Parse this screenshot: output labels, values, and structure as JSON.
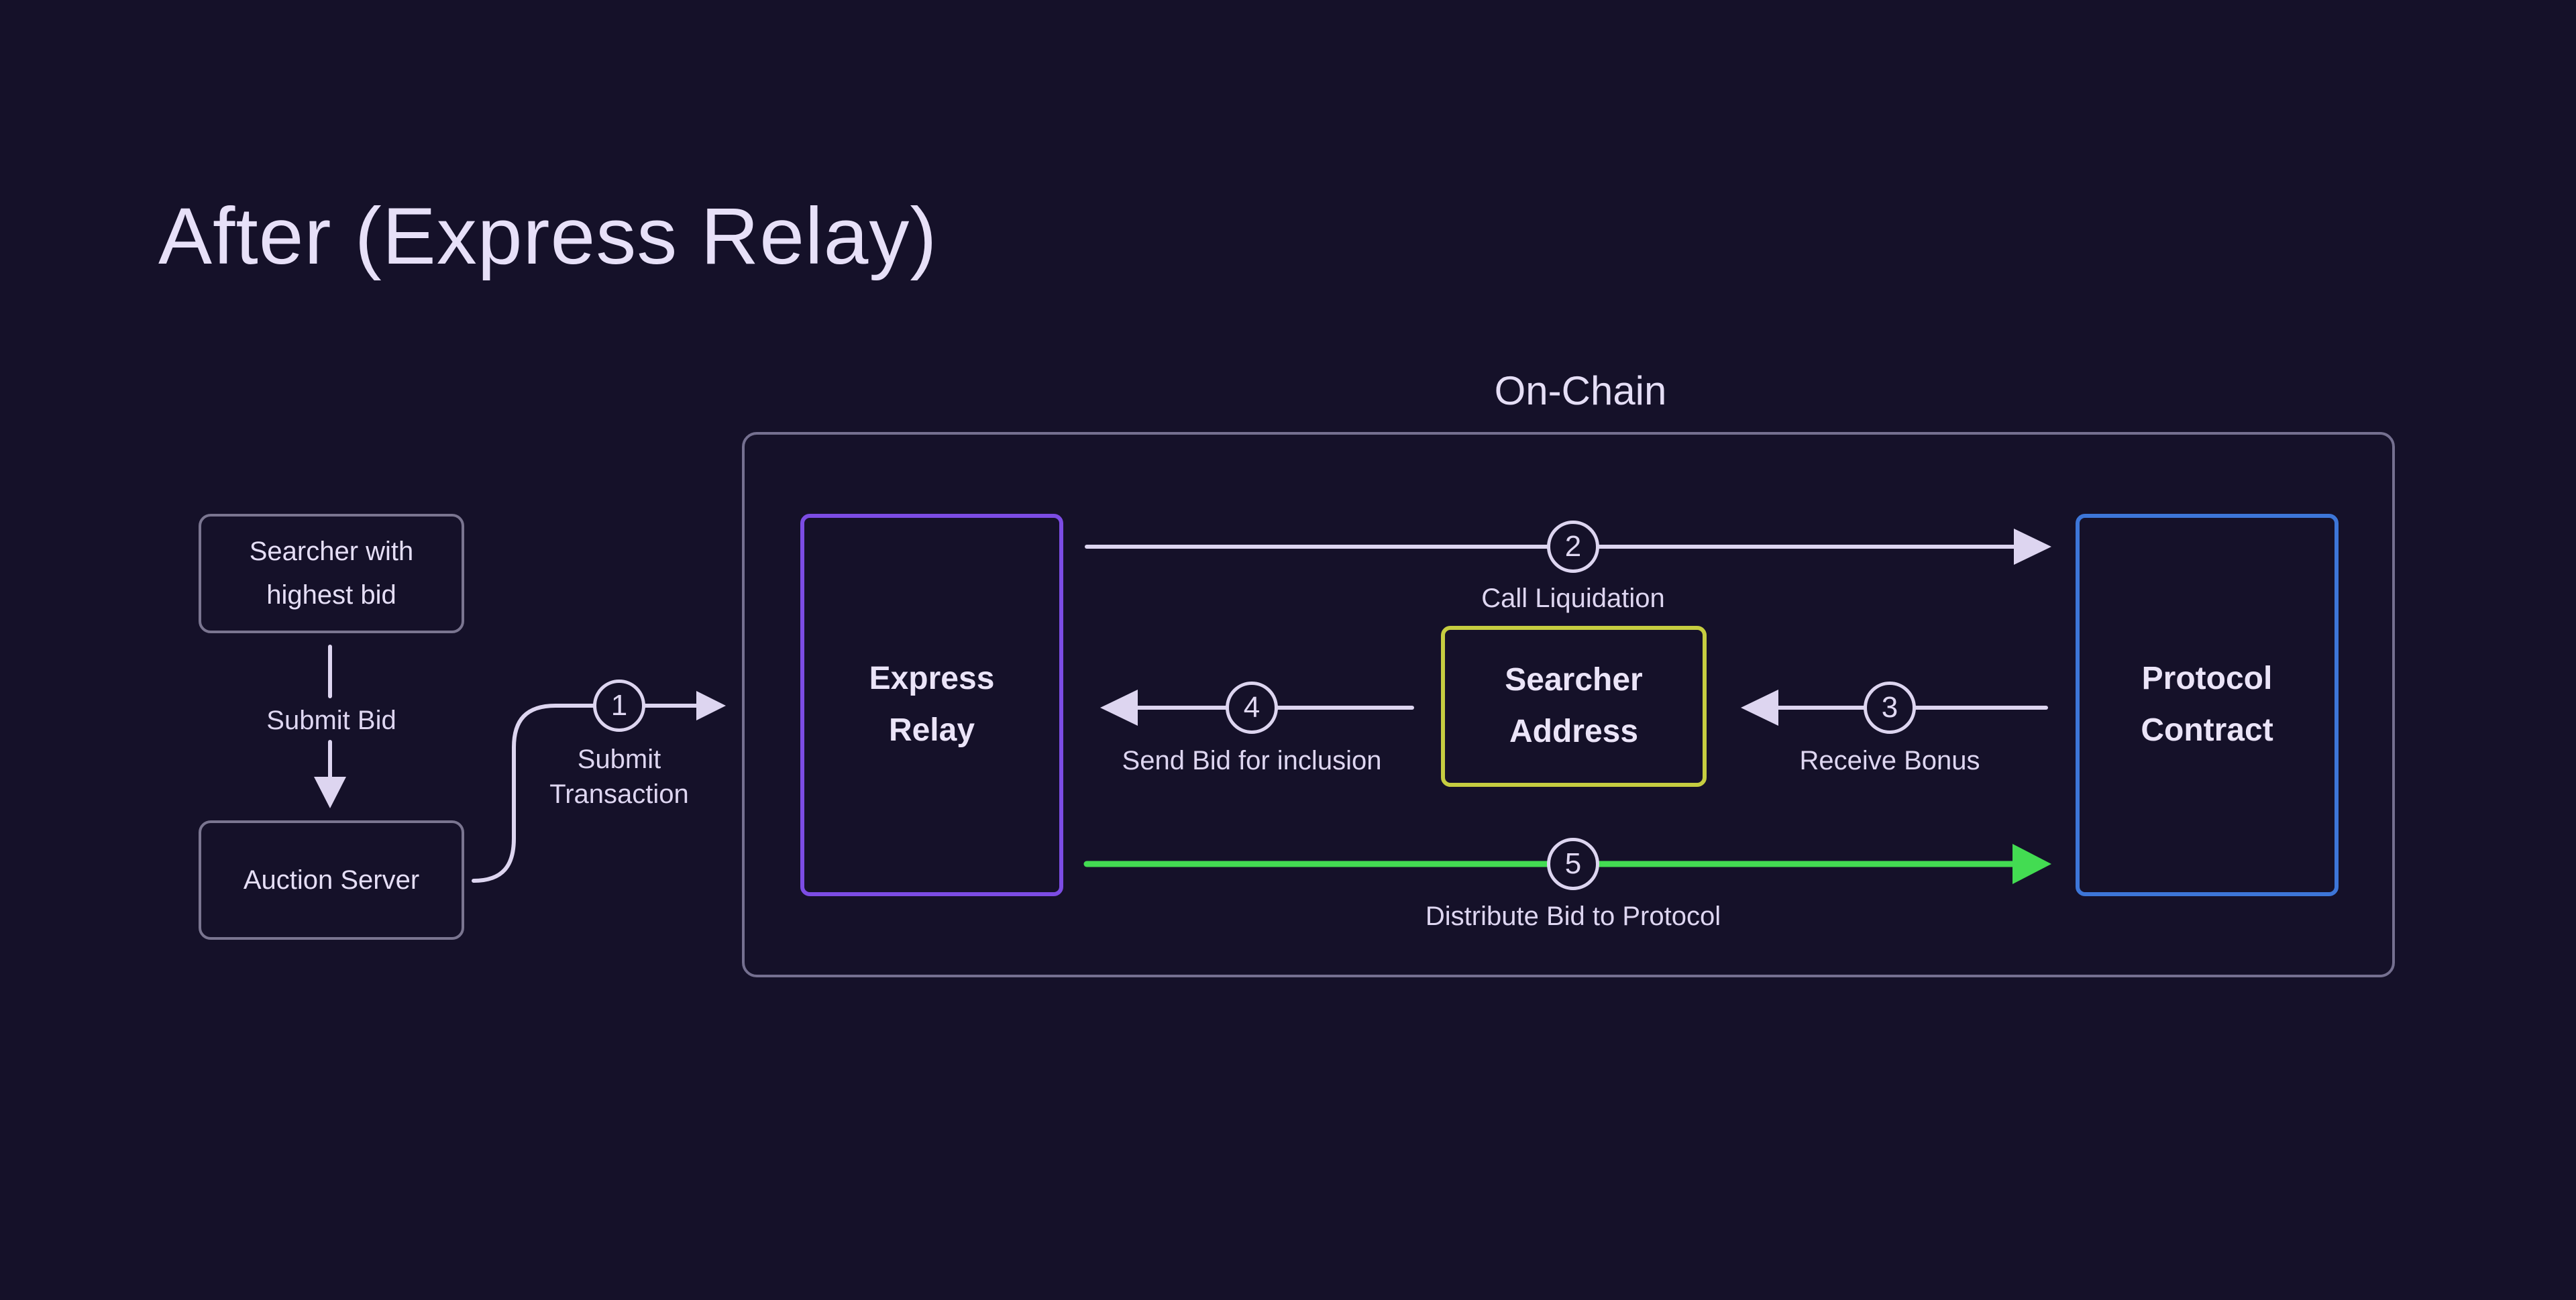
{
  "title": "After (Express Relay)",
  "onchain": {
    "label": "On-Chain"
  },
  "offchain": {
    "searcher_box_label": "Searcher with\nhighest bid",
    "submit_bid_label": "Submit Bid",
    "auction_server_label": "Auction Server"
  },
  "nodes": {
    "express_relay": {
      "label": "Express\nRelay"
    },
    "searcher_address": {
      "label": "Searcher\nAddress"
    },
    "protocol_contract": {
      "label": "Protocol\nContract"
    }
  },
  "steps": [
    {
      "num": "1",
      "label": "Submit\nTransaction"
    },
    {
      "num": "2",
      "label": "Call Liquidation"
    },
    {
      "num": "3",
      "label": "Receive Bonus"
    },
    {
      "num": "4",
      "label": "Send Bid for inclusion"
    },
    {
      "num": "5",
      "label": "Distribute Bid to Protocol"
    }
  ],
  "colors": {
    "background": "#151129",
    "text_lavender": "#e5def6",
    "arrow_lavender": "#ddd5f0",
    "border_gray": "#7a7590",
    "express_relay_purple": "#7c4ce4",
    "searcher_address_yellow": "#c6cd40",
    "protocol_contract_blue": "#3d76d8",
    "distribute_green": "#43dc52"
  }
}
